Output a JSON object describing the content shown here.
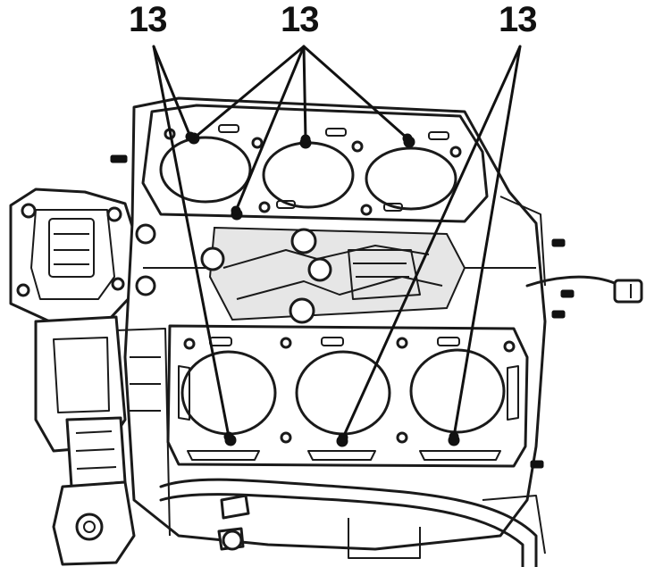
{
  "callouts": [
    {
      "label": "13"
    },
    {
      "label": "13"
    },
    {
      "label": "13"
    }
  ]
}
